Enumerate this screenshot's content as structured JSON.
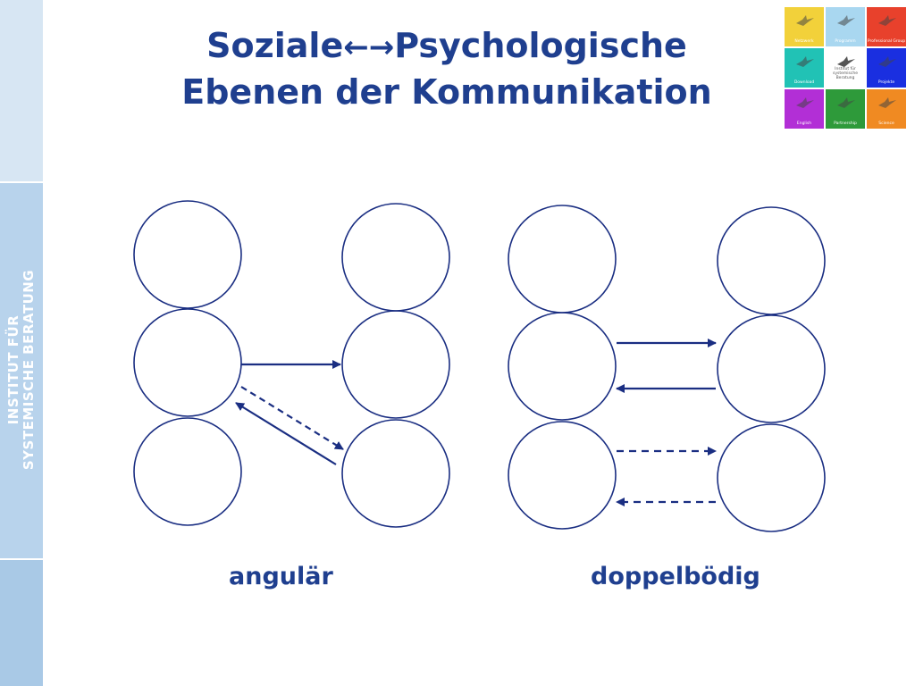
{
  "sidebar": {
    "line1": "INSTITUT FÜR",
    "line2": "SYSTEMISCHE BERATUNG"
  },
  "title": {
    "part1": "Soziale",
    "arrows": "←→",
    "part2": "Psychologische",
    "line2": "Ebenen der Kommunikation"
  },
  "logo": {
    "tiles": [
      {
        "label": "Netzwerk",
        "color": "#f2d13a"
      },
      {
        "label": "Programm",
        "color": "#a9d7f0"
      },
      {
        "label": "Professional Group",
        "color": "#e8412c"
      },
      {
        "label": "Download",
        "color": "#21c2b5"
      },
      {
        "label": "Institut für systemische Beratung",
        "color": "#ffffff"
      },
      {
        "label": "Projekte",
        "color": "#1a2fe0"
      },
      {
        "label": "English",
        "color": "#b22fd6"
      },
      {
        "label": "Partnership",
        "color": "#2e9a3a"
      },
      {
        "label": "Science",
        "color": "#f08a22"
      }
    ]
  },
  "captions": {
    "left": "angulär",
    "right": "doppelbödig"
  },
  "colors": {
    "accent": "#1f3f8f",
    "arrow": "#1a2e82"
  }
}
